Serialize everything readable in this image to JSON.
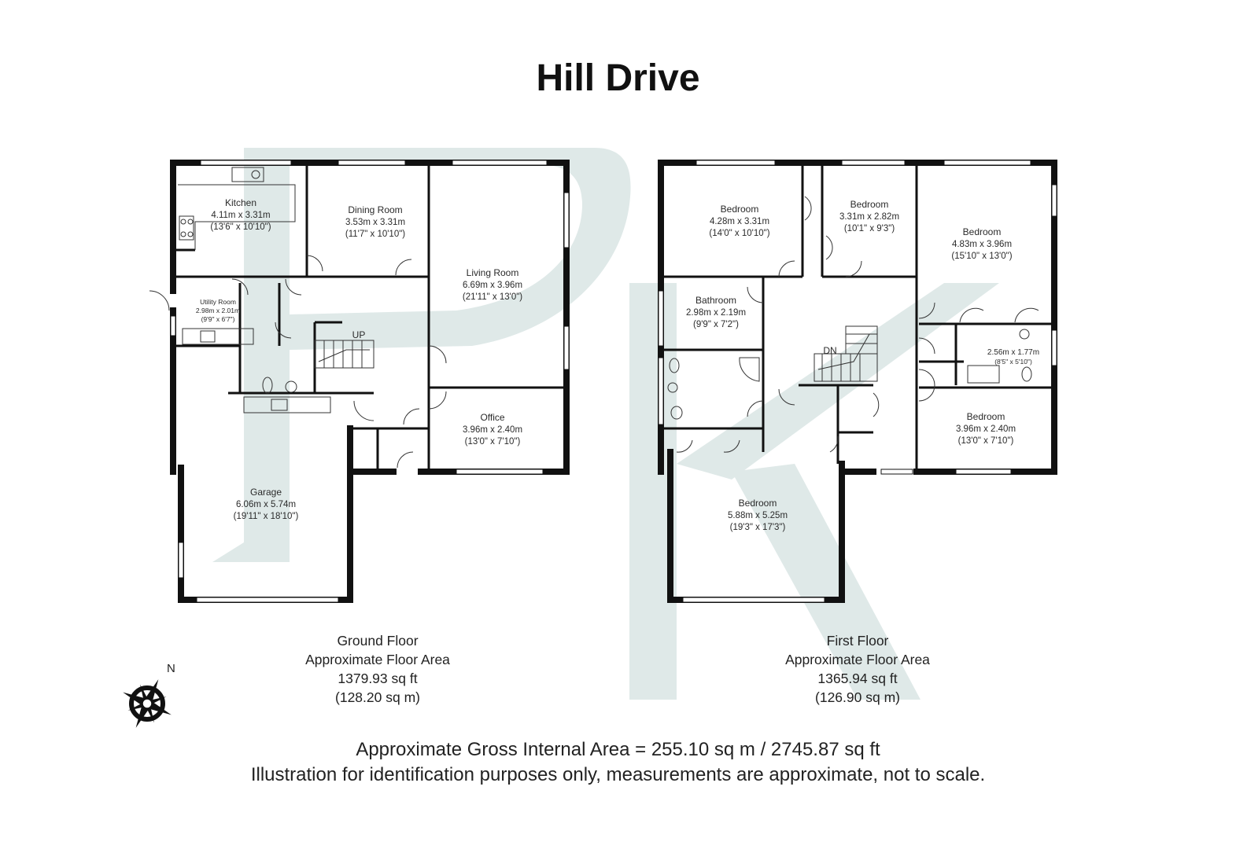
{
  "title": "Hill Drive",
  "ground_floor": {
    "caption": [
      "Ground Floor",
      "Approximate Floor Area",
      "1379.93 sq ft",
      "(128.20 sq m)"
    ],
    "stairs_label": "UP",
    "rooms": {
      "kitchen": {
        "name": "Kitchen",
        "metric": "4.11m x 3.31m",
        "imperial": "(13'6\" x 10'10\")"
      },
      "dining": {
        "name": "Dining Room",
        "metric": "3.53m x 3.31m",
        "imperial": "(11'7\" x 10'10\")"
      },
      "living": {
        "name": "Living Room",
        "metric": "6.69m x 3.96m",
        "imperial": "(21'11\" x 13'0\")"
      },
      "utility": {
        "name": "Utility Room",
        "metric": "2.98m x 2.01m",
        "imperial": "(9'9\" x 6'7\")"
      },
      "office": {
        "name": "Office",
        "metric": "3.96m x 2.40m",
        "imperial": "(13'0\" x 7'10\")"
      },
      "garage": {
        "name": "Garage",
        "metric": "6.06m x 5.74m",
        "imperial": "(19'11\" x 18'10\")"
      }
    }
  },
  "first_floor": {
    "caption": [
      "First Floor",
      "Approximate Floor Area",
      "1365.94 sq ft",
      "(126.90 sq m)"
    ],
    "stairs_label": "DN",
    "rooms": {
      "bedroom1": {
        "name": "Bedroom",
        "metric": "4.28m x 3.31m",
        "imperial": "(14'0\" x 10'10\")"
      },
      "bedroom2": {
        "name": "Bedroom",
        "metric": "3.31m x 2.82m",
        "imperial": "(10'1\" x 9'3\")"
      },
      "bedroom3": {
        "name": "Bedroom",
        "metric": "4.83m x 3.96m",
        "imperial": "(15'10\" x 13'0\")"
      },
      "bathroom": {
        "name": "Bathroom",
        "metric": "2.98m x 2.19m",
        "imperial": "(9'9\" x 7'2\")"
      },
      "ensuite": {
        "metric": "2.56m x 1.77m",
        "imperial": "(8'5\" x 5'10\")"
      },
      "bedroom4": {
        "name": "Bedroom",
        "metric": "3.96m x 2.40m",
        "imperial": "(13'0\" x 7'10\")"
      },
      "bedroom5": {
        "name": "Bedroom",
        "metric": "5.88m x 5.25m",
        "imperial": "(19'3\" x 17'3\")"
      }
    }
  },
  "compass_label": "N",
  "footer": [
    "Approximate Gross Internal Area = 255.10 sq m / 2745.87 sq ft",
    "Illustration for identification purposes only, measurements are approximate, not to scale."
  ],
  "colors": {
    "wall": "#111111",
    "watermark": "#dfe9e8",
    "text": "#222222"
  }
}
